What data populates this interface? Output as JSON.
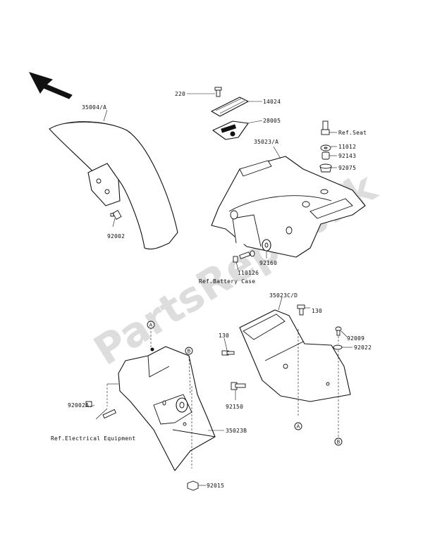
{
  "watermark": "PartsRepublik",
  "labels": {
    "p35004": "35004/A",
    "p220": "220",
    "p14024": "14024",
    "p28005": "28005",
    "ref_seat": "Ref.Seat",
    "p35023ab": "35023/A",
    "p11012": "11012",
    "p92143": "92143",
    "p92075": "92075",
    "p92002": "92002",
    "p92160": "92160",
    "p110126": "110126",
    "ref_battery": "Ref.Battery Case",
    "p35023cd": "35023C/D",
    "p130a": "130",
    "p130b": "130",
    "p92009": "92009",
    "p92022": "92022",
    "p92002a": "92002A",
    "p92150": "92150",
    "p35023b": "35023B",
    "ref_electrical": "Ref.Electrical Equipment",
    "p92015": "92015"
  },
  "refs": {
    "a": "A",
    "b": "B"
  },
  "colors": {
    "ink": "#111111",
    "watermark": "#d2d2d2"
  }
}
